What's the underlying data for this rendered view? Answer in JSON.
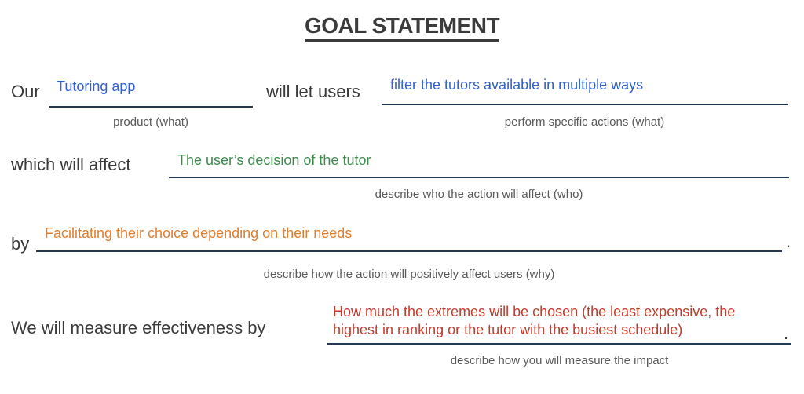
{
  "title": "GOAL STATEMENT",
  "statement": {
    "our_label": "Our",
    "product_value": "Tutoring app",
    "product_hint": "product (what)",
    "will_let_users_label": "will let users",
    "actions_value": "filter the tutors available in multiple ways",
    "actions_hint": "perform specific actions (what)",
    "affect_label": "which will affect",
    "who_value": "The user’s decision of the tutor",
    "who_hint": "describe who the action will affect (who)",
    "by_label": "by",
    "why_value": "Facilitating their choice depending on their needs",
    "why_hint": "describe how the action will positively affect users (why)",
    "measure_label": "We will measure effectiveness by",
    "measure_value": "How much the extremes will be chosen (the least expensive, the highest in ranking or the tutor with the busiest schedule)",
    "measure_hint": "describe how you will measure the impact",
    "period": "."
  },
  "colors": {
    "heading": "#3b3b3b",
    "hint": "#595959",
    "line": "#253853",
    "blue": "#3160cf",
    "green": "#3e8a4d",
    "orange": "#e07e2e",
    "red": "#c33b2c"
  }
}
